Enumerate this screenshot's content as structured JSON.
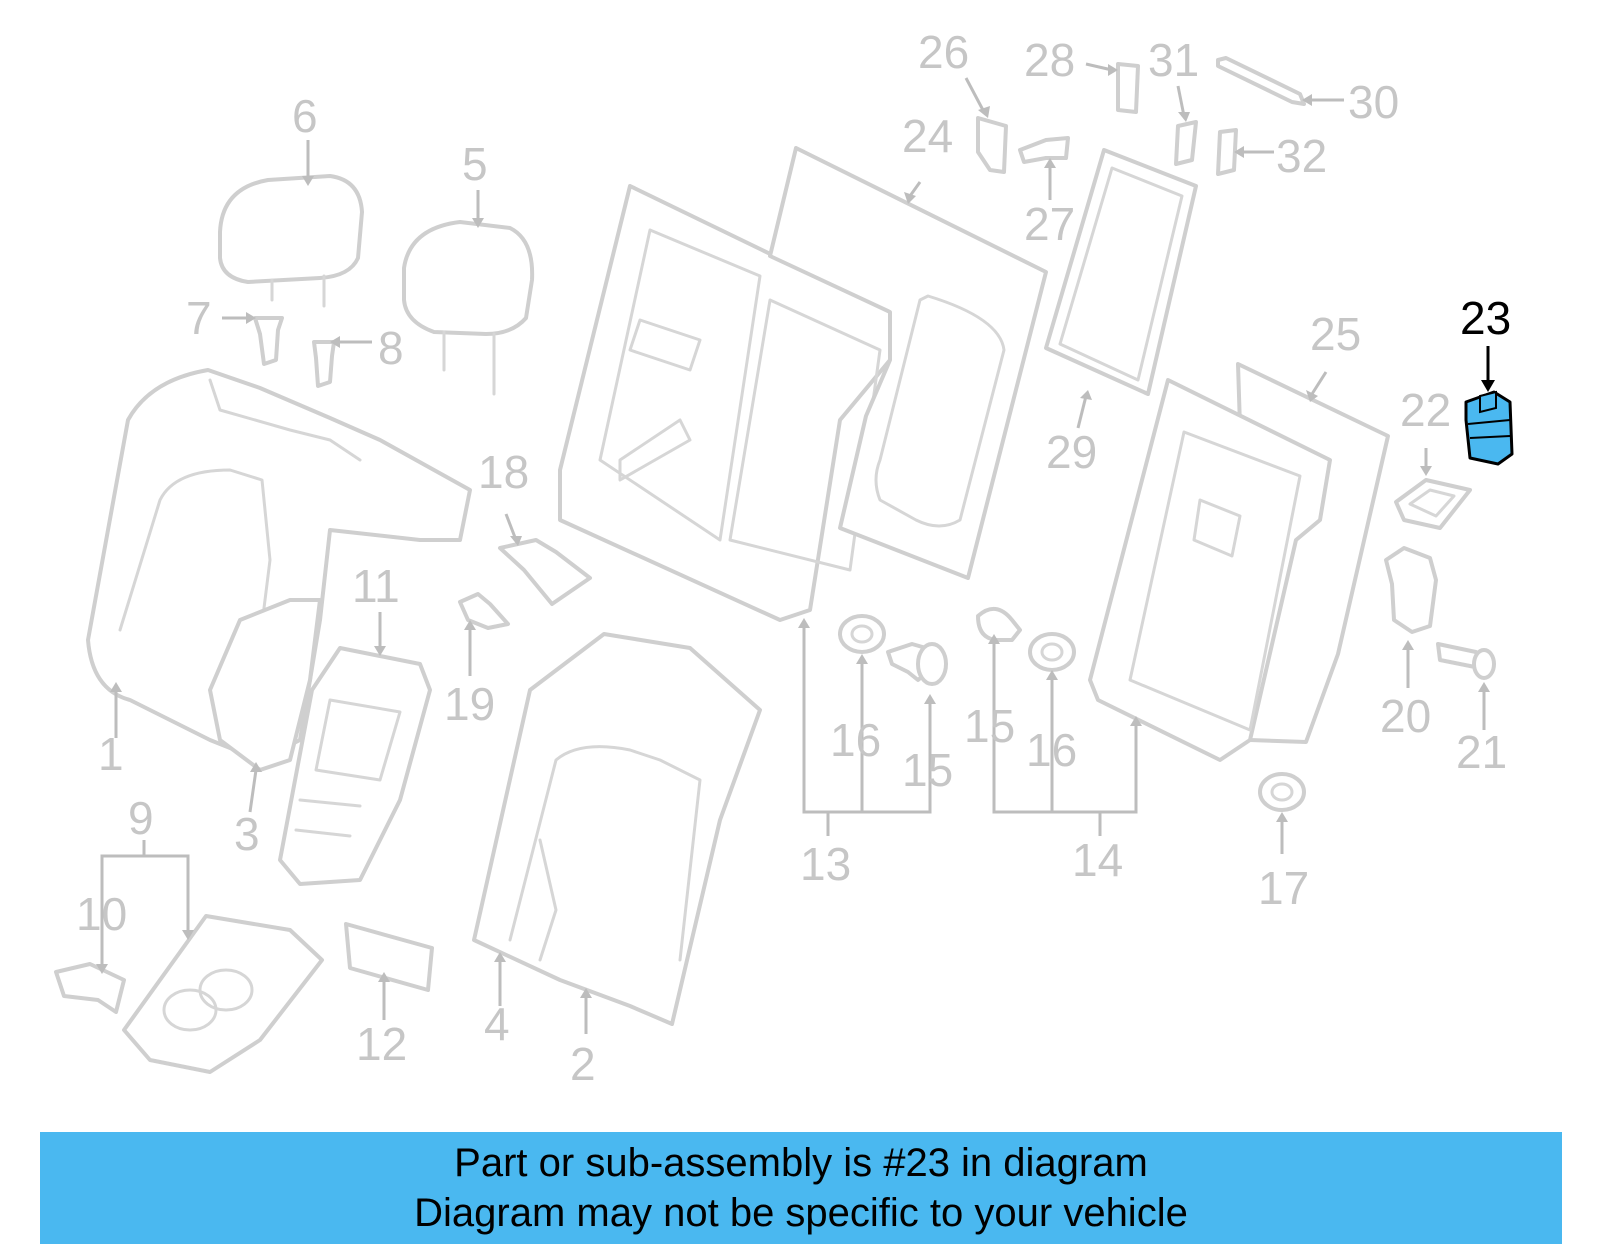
{
  "diagram": {
    "highlighted_part": "23",
    "highlight_color": "#4ab8f0",
    "callouts": [
      "1",
      "2",
      "3",
      "4",
      "5",
      "6",
      "7",
      "8",
      "9",
      "10",
      "11",
      "12",
      "13",
      "14",
      "15",
      "15",
      "16",
      "16",
      "17",
      "18",
      "19",
      "20",
      "21",
      "22",
      "23",
      "24",
      "25",
      "26",
      "27",
      "28",
      "29",
      "30",
      "31",
      "32"
    ]
  },
  "banner": {
    "line1": "Part or sub-assembly is #23 in diagram",
    "line2": "Diagram may not be specific to your vehicle",
    "color": "#4ab8f0"
  }
}
